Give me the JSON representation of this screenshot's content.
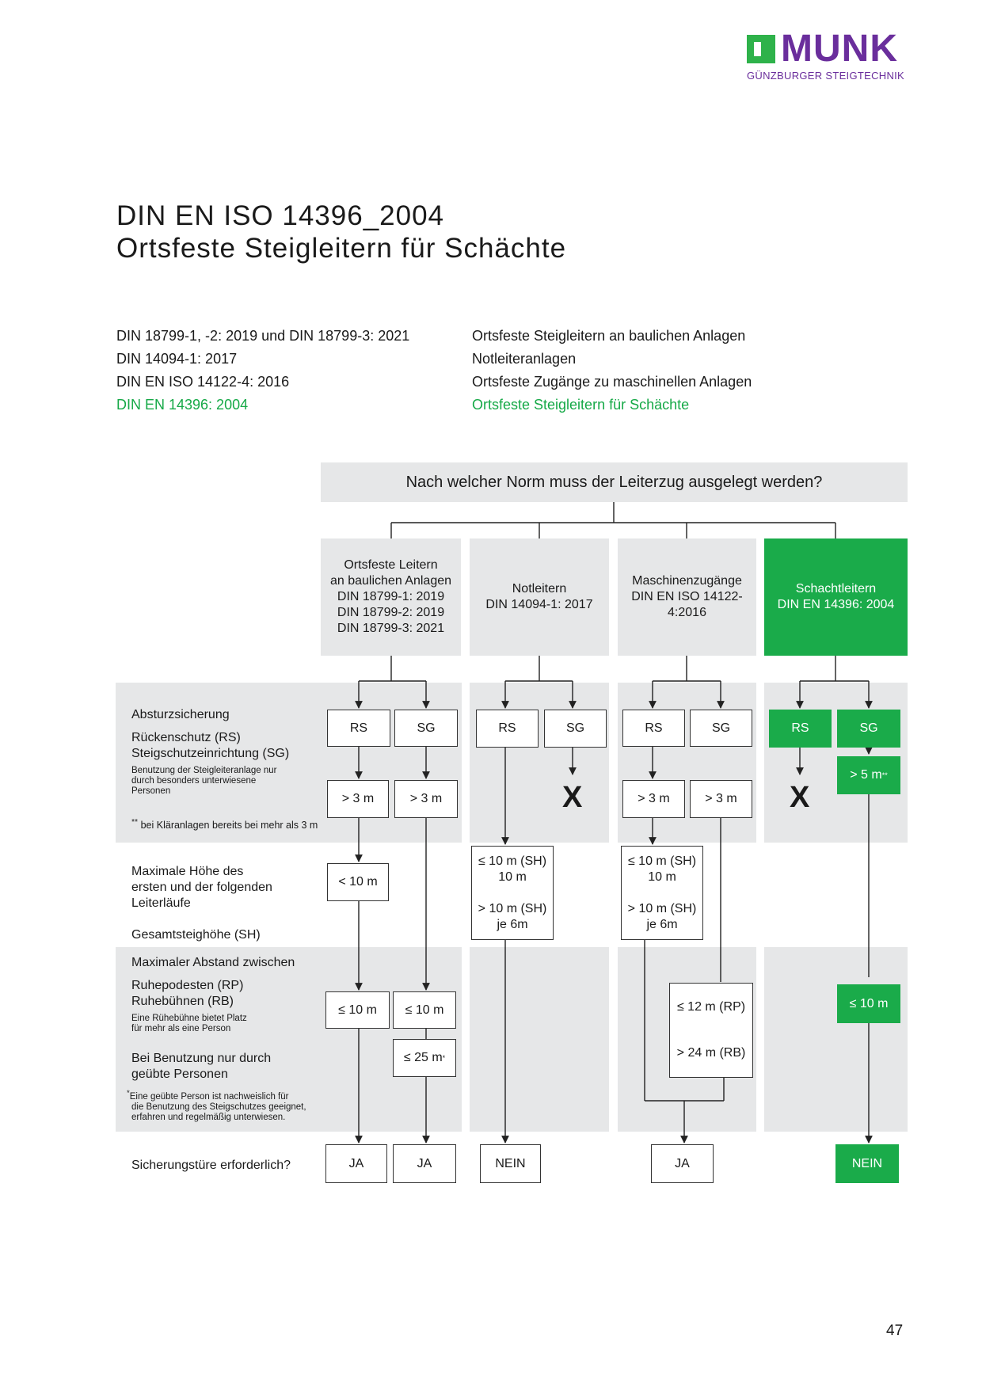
{
  "brand": {
    "name": "MUNK",
    "subtitle": "GÜNZBURGER STEIGTECHNIK",
    "accent": "#6a2e9c",
    "green": "#1aab4a"
  },
  "title": {
    "line1": "DIN EN ISO 14396_2004",
    "line2": "Ortsfeste Steigleitern für Schächte"
  },
  "references": [
    {
      "norm": "DIN 18799-1, -2: 2019 und DIN 18799-3: 2021",
      "desc": "Ortsfeste Steigleitern an baulichen Anlagen"
    },
    {
      "norm": "DIN 14094-1: 2017",
      "desc": "Notleiteranlagen"
    },
    {
      "norm": "DIN EN ISO 14122-4: 2016",
      "desc": "Ortsfeste Zugänge zu maschinellen Anlagen"
    },
    {
      "norm": "DIN EN 14396: 2004",
      "desc": "Ortsfeste Steigleitern für Schächte",
      "highlight": true
    }
  ],
  "question": "Nach welcher Norm muss der Leiterzug ausgelegt werden?",
  "categories": [
    {
      "lines": [
        "Ortsfeste Leitern",
        "an baulichen Anlagen",
        "DIN 18799-1: 2019",
        "DIN 18799-2: 2019",
        "DIN 18799-3: 2021"
      ]
    },
    {
      "lines": [
        "Notleitern",
        "DIN 14094-1: 2017"
      ]
    },
    {
      "lines": [
        "Maschinenzugänge",
        "DIN EN ISO 14122-",
        "4:2016"
      ]
    },
    {
      "lines": [
        "Schachtleitern",
        "DIN EN 14396: 2004"
      ],
      "highlight": true
    }
  ],
  "row_labels": {
    "fall_protection": "Absturzsicherung",
    "rs": "Rückenschutz (RS)",
    "sg": "Steigschutzeinrichtung (SG)",
    "sg_note": [
      "Benutzung der Steigleiteranlage nur",
      "durch besonders unterwiesene",
      "Personen"
    ],
    "star2_note": "bei Kläranlagen bereits bei mehr als 3 m",
    "max_height": [
      "Maximale Höhe des",
      "ersten und der folgenden",
      "Leiterläufe"
    ],
    "total_height": "Gesamtsteighöhe (SH)",
    "max_distance": "Maximaler Abstand zwischen",
    "rp": "Ruhepodesten (RP)",
    "rb": "Ruhebühnen (RB)",
    "rb_note": [
      "Eine Rühebühne bietet Platz",
      "für mehr als eine Person"
    ],
    "trained": [
      "Bei Benutzung nur durch",
      "geübte Personen"
    ],
    "star1_note": [
      "Eine geübte Person ist nachweislich für",
      "die Benutzung des Steigschutzes geeignet,",
      "erfahren und regelmäßig unterwiesen."
    ],
    "door": "Sicherungstüre erforderlich?"
  },
  "boxes": {
    "rs": "RS",
    "sg": "SG",
    "gt3": "> 3 m",
    "gt5": "> 5 m",
    "star2": "**",
    "star1": "*",
    "lt10": "< 10 m",
    "le10": "≤ 10 m",
    "le25": "≤ 25 m",
    "sh_lines": [
      "≤ 10 m (SH)",
      "10 m",
      "> 10 m (SH)",
      "je 6m"
    ],
    "le12rp": "≤ 12 m (RP)",
    "gt24rb": "> 24 m (RB)",
    "x": "X",
    "ja": "JA",
    "nein": "NEIN"
  },
  "page_number": "47"
}
